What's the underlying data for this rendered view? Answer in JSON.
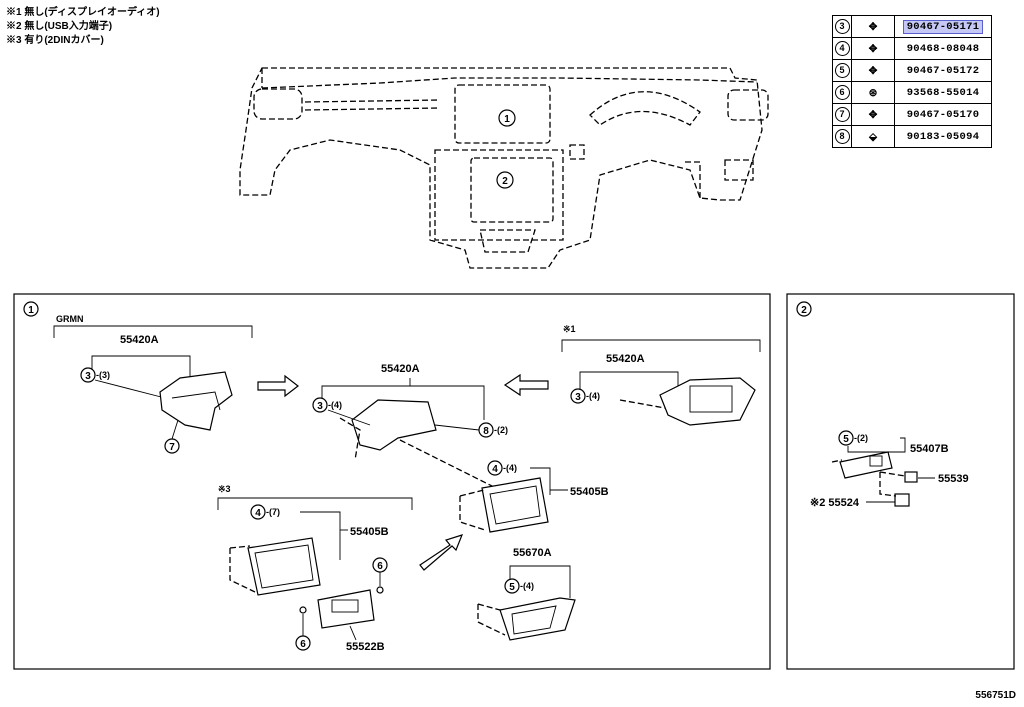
{
  "notes": [
    "※1 無し(ディスプレイオーディオ)",
    "※2 無し(USB入力端子)",
    "※3 有り(2DINカバー)"
  ],
  "parts_table": [
    {
      "num": "3",
      "icon": "clip-icon",
      "part": "90467-05171",
      "highlight": true
    },
    {
      "num": "4",
      "icon": "clip-icon",
      "part": "90468-08048",
      "highlight": false
    },
    {
      "num": "5",
      "icon": "clip-icon",
      "part": "90467-05172",
      "highlight": false
    },
    {
      "num": "6",
      "icon": "screw-icon",
      "part": "93568-55014",
      "highlight": false
    },
    {
      "num": "7",
      "icon": "clip-icon",
      "part": "90467-05170",
      "highlight": false
    },
    {
      "num": "8",
      "icon": "nut-icon",
      "part": "90183-05094",
      "highlight": false
    }
  ],
  "overview": {
    "label1": "1",
    "label2": "2"
  },
  "box1": {
    "tag": "1",
    "grmn": "GRMN",
    "grmn_part": "55420A",
    "grmn_clip": "3",
    "grmn_clip_qty": "-(3)",
    "grmn_clip7": "7",
    "center_part": "55420A",
    "center_clip3": "3",
    "center_clip3_qty": "-(4)",
    "center_clip8": "8",
    "center_clip8_qty": "-(2)",
    "note1": "※1",
    "right_part": "55420A",
    "right_clip3": "3",
    "right_clip3_qty": "-(4)",
    "bezel_clip4": "4",
    "bezel_clip4_qty": "-(4)",
    "bezel_part": "55405B",
    "note3": "※3",
    "left_clip4": "4",
    "left_clip4_qty": "-(7)",
    "left_bezel_part": "55405B",
    "screw6a": "6",
    "screw6b": "6",
    "cover_part": "55522B",
    "lower_part": "55670A",
    "lower_clip5": "5",
    "lower_clip5_qty": "-(4)"
  },
  "box2": {
    "tag": "2",
    "clip5": "5",
    "clip5_qty": "-(2)",
    "switch_part": "55407B",
    "jack_part": "55539",
    "usb_part": "※2 55524"
  },
  "footer": "556751D"
}
